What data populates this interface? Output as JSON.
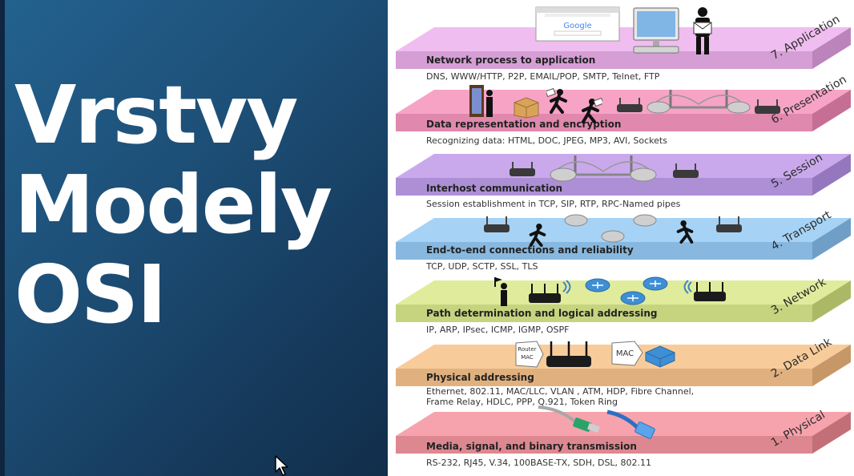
{
  "slide": {
    "title_lines": [
      "Vrstvy",
      "Modely",
      "OSI"
    ]
  },
  "google_logo": "Google",
  "icons": [
    "browser-window-icon",
    "computer-monitor-icon",
    "person-envelope-icon",
    "door-person-icon",
    "package-icon",
    "running-person-envelope-icon",
    "router-icon",
    "bridge-icon",
    "wireless-router-icon",
    "flag-person-icon",
    "wifi-signal-icon",
    "network-switch-icon",
    "mac-tag-icon",
    "fiber-cable-icon",
    "ethernet-cable-icon"
  ],
  "tags": {
    "router_mac": [
      "Router",
      "MAC"
    ],
    "mac": "MAC"
  },
  "layers": [
    {
      "name": "7. Application",
      "title": "Network process to application",
      "protocols": [
        "DNS, WWW/HTTP, P2P, EMAIL/POP, SMTP, Telnet, FTP"
      ],
      "top": "#f0bdf0",
      "front": "#d59ed5",
      "side": "#bb84bb"
    },
    {
      "name": "6. Presentation",
      "title": "Data representation and encryption",
      "protocols": [
        "Recognizing data: HTML, DOC, JPEG, MP3, AVI, Sockets"
      ],
      "top": "#f7a3c6",
      "front": "#e088ad",
      "side": "#c66f94"
    },
    {
      "name": "5. Session",
      "title": "Interhost communication",
      "protocols": [
        "Session establishment in TCP, SIP, RTP, RPC-Named pipes"
      ],
      "top": "#c9a9ec",
      "front": "#ad8fd6",
      "side": "#9477bd"
    },
    {
      "name": "4. Transport",
      "title": "End-to-end connections and reliability",
      "protocols": [
        "TCP, UDP, SCTP, SSL, TLS"
      ],
      "top": "#a6d3f5",
      "front": "#88b8df",
      "side": "#6f9ec6"
    },
    {
      "name": "3. Network",
      "title": "Path determination and logical addressing",
      "protocols": [
        "IP, ARP, IPsec, ICMP, IGMP, OSPF"
      ],
      "top": "#e0ec9c",
      "front": "#c6d47f",
      "side": "#abb966"
    },
    {
      "name": "2. Data Link",
      "title": "Physical addressing",
      "protocols": [
        "Ethernet, 802.11, MAC/LLC, VLAN , ATM, HDP, Fibre Channel,",
        "Frame Relay, HDLC,  PPP, Q.921, Token Ring"
      ],
      "top": "#f8cc9a",
      "front": "#e0b17f",
      "side": "#c69767"
    },
    {
      "name": "1. Physical",
      "title": "Media, signal, and binary transmission",
      "protocols": [
        "RS-232, RJ45, V.34, 100BASE-TX, SDH, DSL, 802.11"
      ],
      "top": "#f6a3ad",
      "front": "#dd8891",
      "side": "#c36f78"
    }
  ]
}
